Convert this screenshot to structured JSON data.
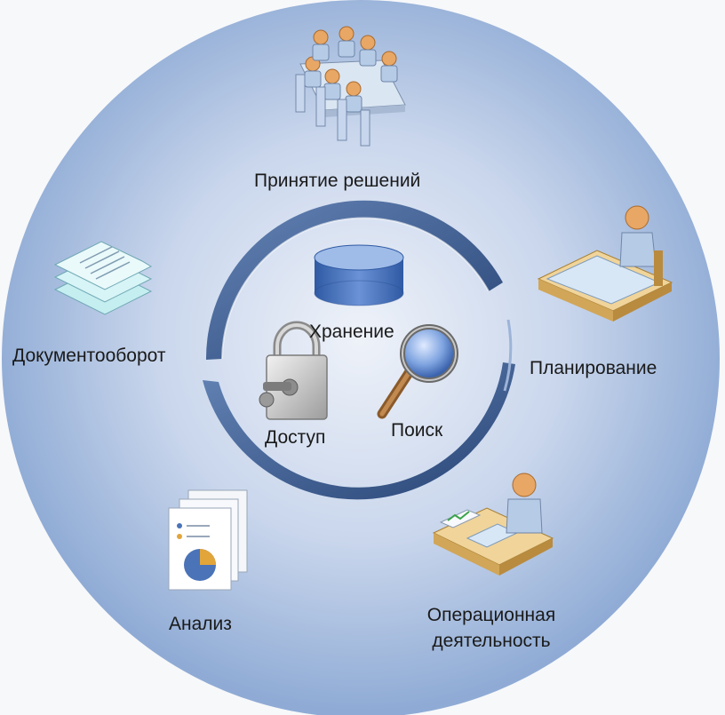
{
  "labels": {
    "decision_making": "Принятие решений",
    "document_flow": "Документооборот",
    "planning": "Планирование",
    "analysis": "Анализ",
    "operations_line1": "Операционная",
    "operations_line2": "деятельность",
    "storage": "Хранение",
    "access": "Доступ",
    "search": "Поиск"
  },
  "colors": {
    "disc_outer": "#93aed6",
    "disc_inner": "#e8edf6",
    "ring_dark": "#2d4e82",
    "ring_light": "#bfd0ea",
    "database": "#4a73b8"
  },
  "icons": {
    "meeting": "meeting-people-icon",
    "documents": "stacked-documents-icon",
    "planner": "person-planning-icon",
    "analysis": "report-pie-chart-icon",
    "operations": "person-at-desk-icon",
    "database": "database-cylinder-icon",
    "lock": "padlock-key-icon",
    "magnifier": "magnifier-icon"
  }
}
